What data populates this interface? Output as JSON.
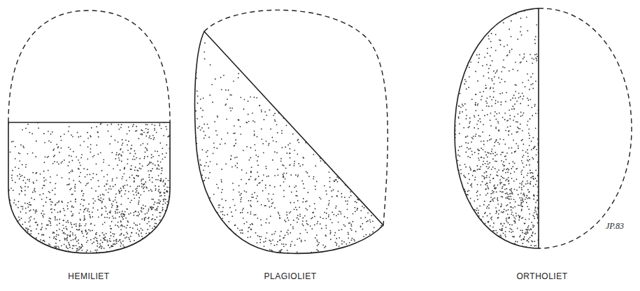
{
  "diagram": {
    "labels": [
      "HEMILIET",
      "PLAGIOLIET",
      "ORTHOLIET",
      "JP.83"
    ]
  }
}
